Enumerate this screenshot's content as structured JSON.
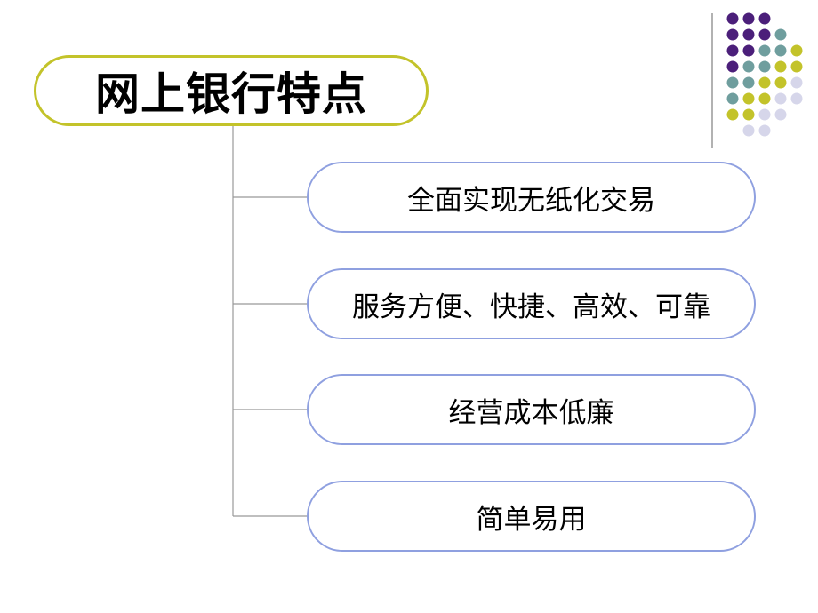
{
  "title": "网上银行特点",
  "items": [
    {
      "label": "全面实现无纸化交易"
    },
    {
      "label": "服务方便、快捷、高效、可靠"
    },
    {
      "label": "经营成本低廉"
    },
    {
      "label": "简单易用"
    }
  ],
  "colors": {
    "title_border": "#c3c32a",
    "item_border": "#8fa0e0",
    "connector": "#999999",
    "dot_purple": "#4b1f7a",
    "dot_teal": "#6f9e9e",
    "dot_olive": "#c3c32a",
    "dot_lavender": "#d6d6ea"
  },
  "decor_dot_grid": [
    [
      "purple",
      "purple",
      "purple",
      "",
      ""
    ],
    [
      "purple",
      "purple",
      "purple",
      "teal",
      ""
    ],
    [
      "purple",
      "purple",
      "teal",
      "teal",
      "olive"
    ],
    [
      "purple",
      "teal",
      "teal",
      "olive",
      "olive"
    ],
    [
      "teal",
      "teal",
      "olive",
      "olive",
      "lavender"
    ],
    [
      "teal",
      "olive",
      "olive",
      "lavender",
      "lavender"
    ],
    [
      "olive",
      "olive",
      "lavender",
      "lavender",
      ""
    ],
    [
      "",
      "lavender",
      "lavender",
      "",
      ""
    ]
  ]
}
